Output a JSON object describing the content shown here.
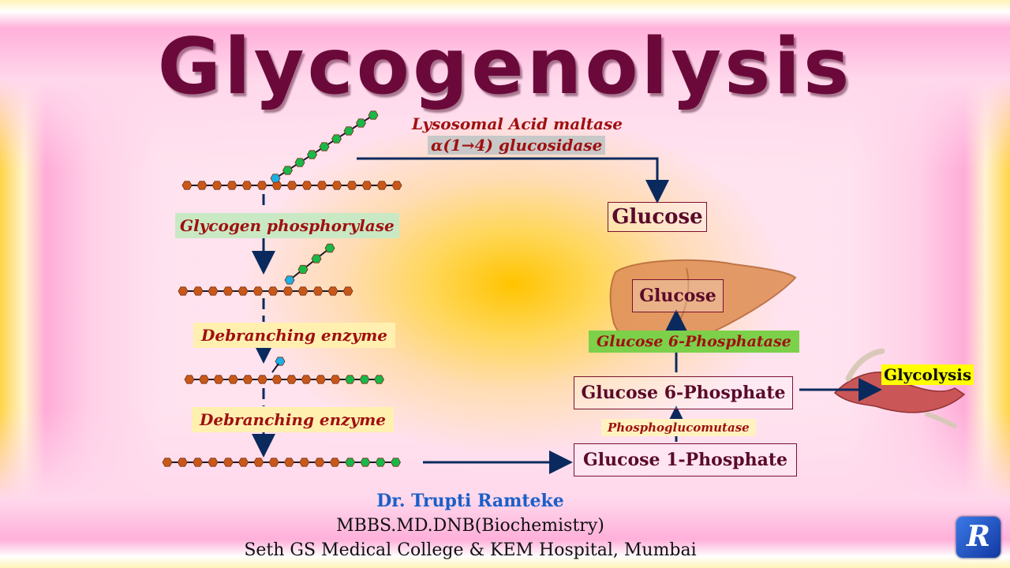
{
  "title": "Glycogenolysis",
  "enzymes": {
    "lysosomal_line1": "Lysosomal Acid maltase",
    "lysosomal_line2": "α(1→4) glucosidase",
    "glycogen_phosphorylase": "Glycogen phosphorylase",
    "debranching_1": "Debranching enzyme",
    "debranching_2": "Debranching enzyme",
    "glucose_6_phosphatase": "Glucose 6-Phosphatase",
    "phosphoglucomutase": "Phosphoglucomutase"
  },
  "products": {
    "glucose_lysosomal": "Glucose",
    "glucose_liver": "Glucose",
    "glucose_6_phosphate": "Glucose 6-Phosphate",
    "glucose_1_phosphate": "Glucose 1-Phosphate",
    "glycolysis": "Glycolysis"
  },
  "author": {
    "name": "Dr. Trupti Ramteke",
    "degrees": "MBBS.MD.DNB(Biochemistry)",
    "institution": "Seth GS Medical College & KEM Hospital, Mumbai"
  },
  "logo_text": "R",
  "colors": {
    "title": "#6b0a3a",
    "enzyme_text": "#a01010",
    "arrow": "#0a2a5e",
    "glucose_unit": "#c8581a",
    "branch_unit": "#18b84a",
    "branch_point": "#1ab0e8",
    "author_name": "#1a5fc8"
  }
}
